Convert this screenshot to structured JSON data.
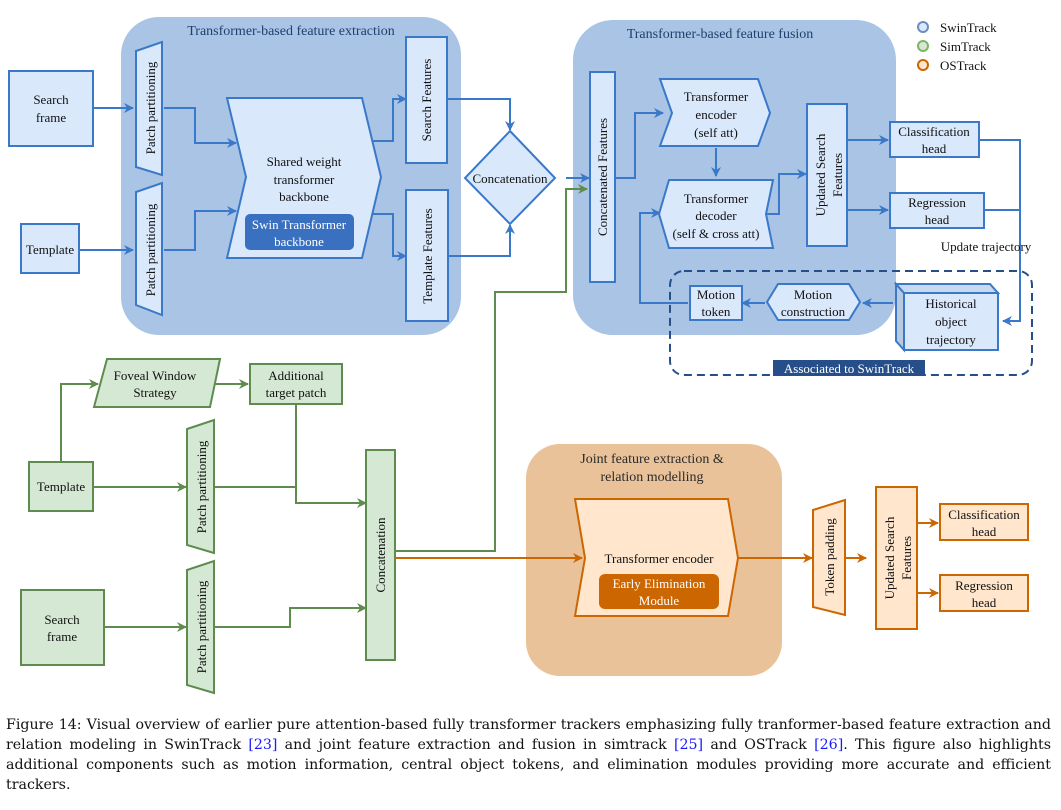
{
  "legend": [
    {
      "label": "SwinTrack",
      "color": "#6c8ebf",
      "fill": "#dae8fc"
    },
    {
      "label": "SimTrack",
      "color": "#82b366",
      "fill": "#d5e8d4"
    },
    {
      "label": "OSTrack",
      "color": "#cc6600",
      "fill": "#ffe6cc"
    }
  ],
  "colors": {
    "blue_stroke": "#3a78c9",
    "blue_fill": "#dae8fc",
    "blue_group": "#a9c4e4",
    "blue_dark": "#3a70c0",
    "green_stroke": "#5e8c4e",
    "green_fill": "#d5e8d4",
    "orange_stroke": "#cc6600",
    "orange_fill": "#ffe6cc",
    "orange_group": "#eac29a",
    "navy_label": "#264f8a"
  },
  "swintrack": {
    "extraction_group_title": "Transformer-based feature extraction",
    "fusion_group_title": "Transformer-based feature fusion",
    "search_frame": [
      "Search",
      "frame"
    ],
    "template": "Template",
    "patch_partitioning_top": "Patch partitioning",
    "patch_partitioning_bottom": "Patch partitioning",
    "backbone": [
      "Shared weight",
      "transformer",
      "backbone"
    ],
    "swin_backbone": [
      "Swin Transformer",
      "backbone"
    ],
    "search_features": "Search Features",
    "template_features": "Template Features",
    "concatenation": "Concatenation",
    "concatenated_features": "Concatenated  Features",
    "encoder": [
      "Transformer",
      "encoder",
      "(self att)"
    ],
    "decoder": [
      "Transformer",
      "decoder",
      "(self & cross att)"
    ],
    "updated_search_features": [
      "Updated Search",
      "Features"
    ],
    "classification_head": [
      "Classification",
      "head"
    ],
    "regression_head": [
      "Regression",
      "head"
    ],
    "update_trajectory": "Update trajectory",
    "historical_trajectory": [
      "Historical",
      "object",
      "trajectory"
    ],
    "motion_construction": [
      "Motion",
      "construction"
    ],
    "motion_token": [
      "Motion",
      "token"
    ],
    "associated_label": "Associated to SwinTrack"
  },
  "simtrack": {
    "foveal_window": [
      "Foveal Window",
      "Strategy"
    ],
    "additional_patch": [
      "Additional",
      "target patch"
    ],
    "template": "Template",
    "search_frame": [
      "Search",
      "frame"
    ],
    "patch_partitioning_top": "Patch partitioning",
    "patch_partitioning_bottom": "Patch partitioning",
    "concatenation": "Concatenation"
  },
  "ostrack": {
    "group_title": [
      "Joint feature extraction &",
      "relation modelling"
    ],
    "encoder": "Transformer encoder",
    "early_elimination": [
      "Early Elimination",
      "Module"
    ],
    "token_padding": "Token padding",
    "updated_search_features": [
      "Updated Search",
      "Features"
    ],
    "classification_head": [
      "Classification",
      "head"
    ],
    "regression_head": [
      "Regression",
      "head"
    ]
  },
  "caption": {
    "text_1": "Figure 14: Visual overview of earlier pure attention-based fully transformer trackers emphasizing fully tranformer-based feature extraction and relation modeling in SwinTrack ",
    "ref_1": "[23]",
    "text_2": " and joint feature extraction and fusion in simtrack ",
    "ref_2": "[25]",
    "text_3": " and OSTrack ",
    "ref_3": "[26]",
    "text_4": ". This figure also highlights additional components such as motion information, central object tokens, and elimination modules providing more accurate and efficient trackers."
  }
}
